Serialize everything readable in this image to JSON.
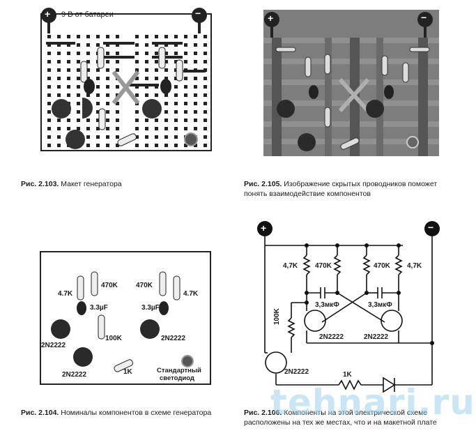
{
  "fig103": {
    "battery_label": "9 В от батареи",
    "plus": "+",
    "minus": "−",
    "caption_num": "Рис. 2.103.",
    "caption_text": "Макет генератора"
  },
  "fig105": {
    "plus": "+",
    "minus": "−",
    "caption_num": "Рис. 2.105.",
    "caption_text": "Изображение скрытых проводников поможет понять взаимодействие компонентов"
  },
  "fig104": {
    "r1": "4.7K",
    "r2": "470K",
    "r3": "470K",
    "r4": "4.7K",
    "c1": "3.3µF",
    "c2": "3.3µF",
    "r5": "100K",
    "t1": "2N2222",
    "t2": "2N2222",
    "t3": "2N2222",
    "r6": "1K",
    "led_line1": "Стандартный",
    "led_line2": "светодиод",
    "caption_num": "Рис. 2.104.",
    "caption_text": "Номиналы компонентов в схеме генератора"
  },
  "fig106": {
    "plus": "+",
    "minus": "−",
    "r1": "4,7K",
    "r2": "470K",
    "r3": "470K",
    "r4": "4,7K",
    "c1": "3,3мкФ",
    "c2": "3,3мкФ",
    "r5": "100K",
    "t1": "2N2222",
    "t2": "2N2222",
    "t3": "2N2222",
    "r6": "1K",
    "caption_num": "Рис. 2.106.",
    "caption_text": "Компоненты на этой электрической схеме расположены на тех же местах, что и на макетной плате"
  },
  "watermark": "tehnari.ru"
}
